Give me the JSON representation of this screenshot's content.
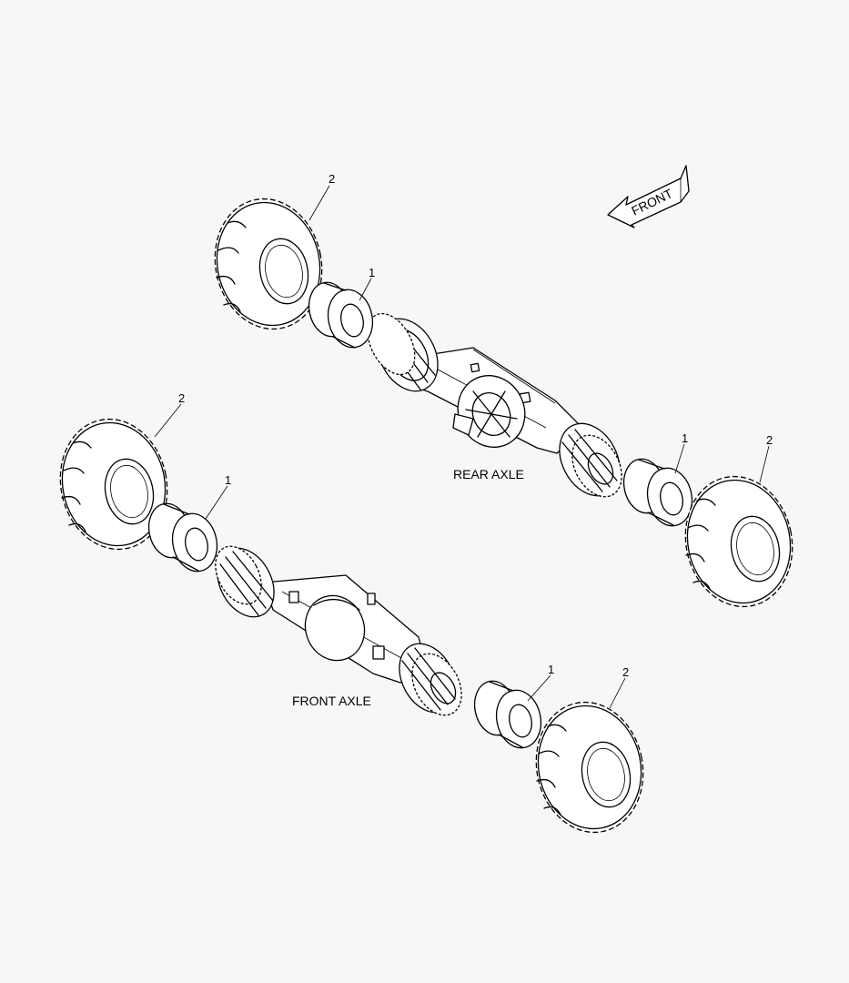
{
  "direction_arrow": {
    "label": "FRONT"
  },
  "axles": {
    "rear": {
      "label": "REAR AXLE"
    },
    "front": {
      "label": "FRONT AXLE"
    }
  },
  "callouts": [
    {
      "id": "rear-left-tire",
      "number": "2"
    },
    {
      "id": "rear-left-rim",
      "number": "1"
    },
    {
      "id": "rear-right-rim",
      "number": "1"
    },
    {
      "id": "rear-right-tire",
      "number": "2"
    },
    {
      "id": "front-left-tire",
      "number": "2"
    },
    {
      "id": "front-left-rim",
      "number": "1"
    },
    {
      "id": "front-right-rim",
      "number": "1"
    },
    {
      "id": "front-right-tire",
      "number": "2"
    }
  ],
  "colors": {
    "line": "#000000",
    "background": "#f7f7f7",
    "fill": "#ffffff"
  }
}
